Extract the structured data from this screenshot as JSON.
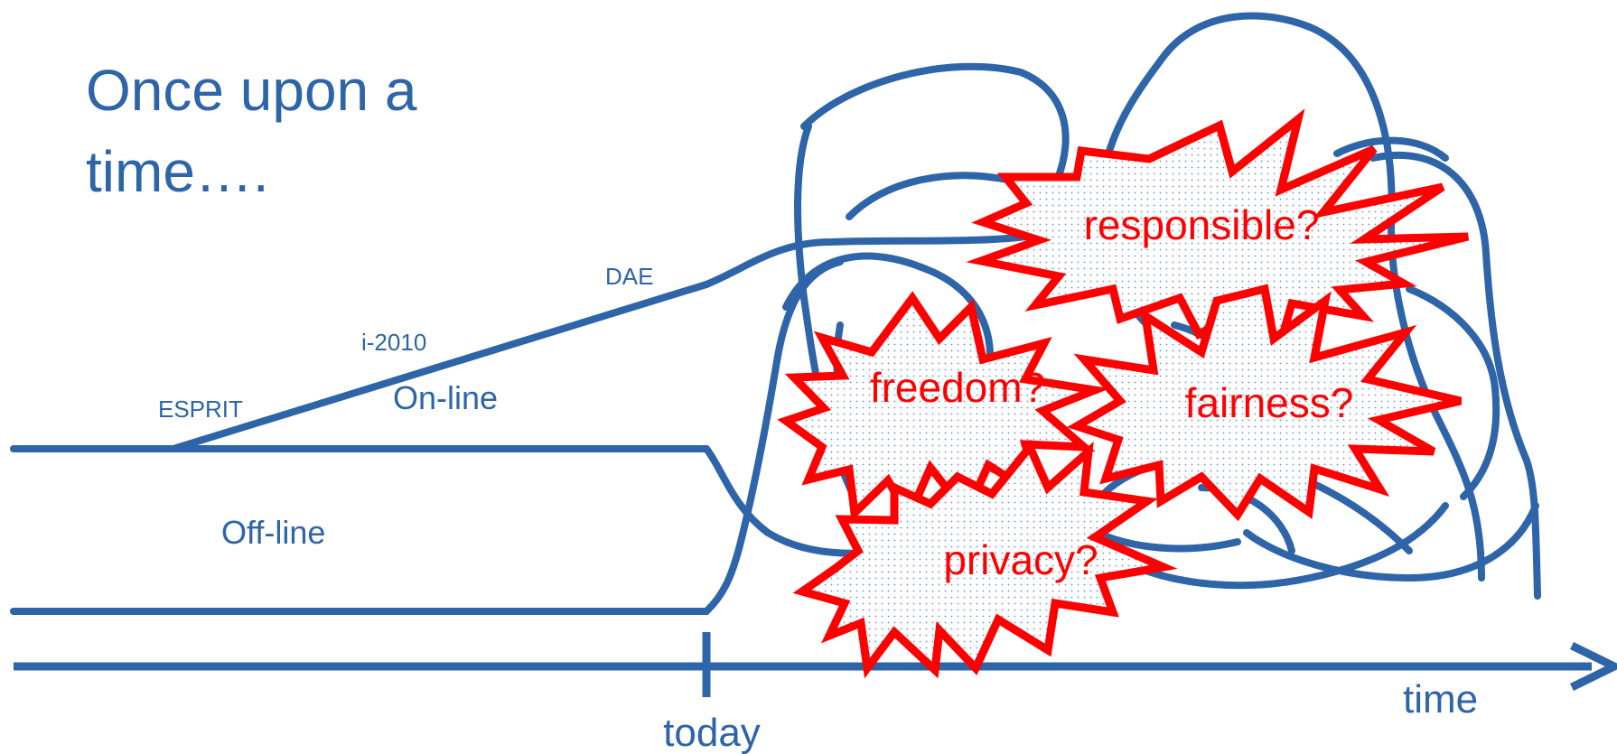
{
  "title": {
    "line1": "Once upon a",
    "line2": "time…."
  },
  "labels": {
    "esprit": "ESPRIT",
    "i2010": "i-2010",
    "dae": "DAE",
    "online": "On-line",
    "offline": "Off-line",
    "today": "today",
    "time": "time"
  },
  "questions": {
    "responsible": "responsible?",
    "freedom": "freedom?",
    "fairness": "fairness?",
    "privacy": "privacy?"
  },
  "colors": {
    "blue": "#2e64a8",
    "red": "#ff0000"
  }
}
